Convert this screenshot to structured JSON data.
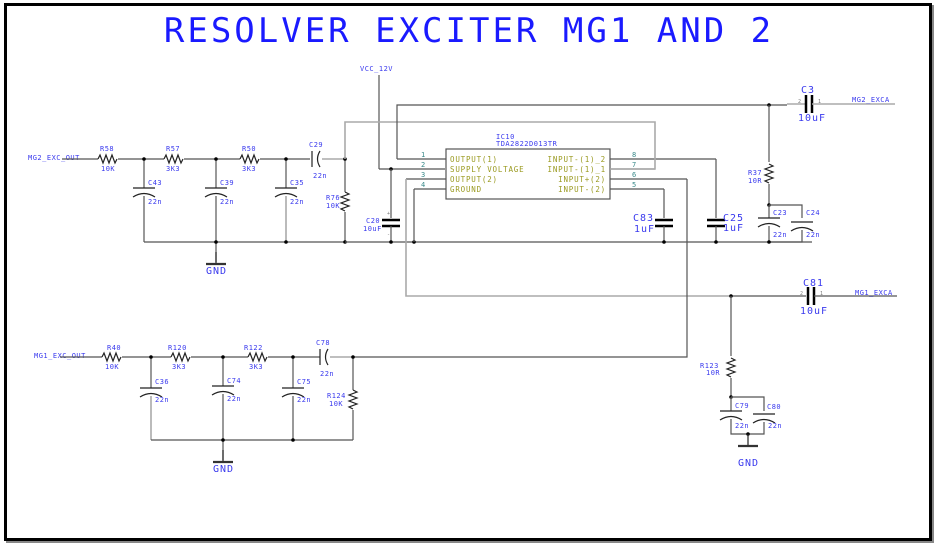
{
  "title": "RESOLVER EXCITER MG1 AND 2",
  "nets": {
    "vcc": "VCC_12V",
    "gnd": "GND",
    "mg2_in": "MG2_EXC_OUT",
    "mg1_in": "MG1_EXC_OUT",
    "mg2_out": "MG2_EXCA",
    "mg1_out": "MG1_EXCA"
  },
  "ic": {
    "ref": "IC10",
    "part": "TDA2822D013TR",
    "pins_left": [
      {
        "num": "1",
        "name": "OUTPUT(1)"
      },
      {
        "num": "2",
        "name": "SUPPLY VOLTAGE"
      },
      {
        "num": "3",
        "name": "OUTPUT(2)"
      },
      {
        "num": "4",
        "name": "GROUND"
      }
    ],
    "pins_right": [
      {
        "num": "8",
        "name": "INPUT-(1)_2"
      },
      {
        "num": "7",
        "name": "INPUT-(1)_1"
      },
      {
        "num": "6",
        "name": "INPUT+(2)"
      },
      {
        "num": "5",
        "name": "INPUT-(2)"
      }
    ]
  },
  "components": {
    "R58": {
      "ref": "R58",
      "value": "10K"
    },
    "R57": {
      "ref": "R57",
      "value": "3K3"
    },
    "R50": {
      "ref": "R50",
      "value": "3K3"
    },
    "C29": {
      "ref": "C29",
      "value": "22n"
    },
    "C43": {
      "ref": "C43",
      "value": "22n"
    },
    "C39": {
      "ref": "C39",
      "value": "22n"
    },
    "C35": {
      "ref": "C35",
      "value": "22n"
    },
    "R76": {
      "ref": "R76",
      "value": "10K"
    },
    "C20": {
      "ref": "C20",
      "value": "10uF"
    },
    "C83": {
      "ref": "C83",
      "value": "1uF"
    },
    "C25": {
      "ref": "C25",
      "value": "1uF"
    },
    "C3": {
      "ref": "C3",
      "value": "10uF"
    },
    "R37": {
      "ref": "R37",
      "value": "10R"
    },
    "C23": {
      "ref": "C23",
      "value": "22n"
    },
    "C24": {
      "ref": "C24",
      "value": "22n"
    },
    "R40": {
      "ref": "R40",
      "value": "10K"
    },
    "R120": {
      "ref": "R120",
      "value": "3K3"
    },
    "R122": {
      "ref": "R122",
      "value": "3K3"
    },
    "C78": {
      "ref": "C78",
      "value": "22n"
    },
    "C36": {
      "ref": "C36",
      "value": "22n"
    },
    "C74": {
      "ref": "C74",
      "value": "22n"
    },
    "C75": {
      "ref": "C75",
      "value": "22n"
    },
    "R124": {
      "ref": "R124",
      "value": "10K"
    },
    "C81": {
      "ref": "C81",
      "value": "10uF"
    },
    "R123": {
      "ref": "R123",
      "value": "10R"
    },
    "C79": {
      "ref": "C79",
      "value": "22n"
    },
    "C80": {
      "ref": "C80",
      "value": "22n"
    }
  },
  "pin_marks": {
    "one": "1",
    "two": "2",
    "plus": "+",
    "minus": "-"
  }
}
